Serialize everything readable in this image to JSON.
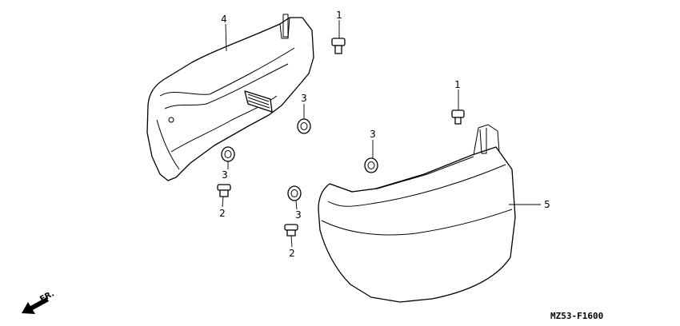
{
  "callouts": {
    "c1a": "1",
    "c1b": "1",
    "c2a": "2",
    "c2b": "2",
    "c3a": "3",
    "c3b": "3",
    "c3c": "3",
    "c3d": "3",
    "c4": "4",
    "c5": "5"
  },
  "direction_label": "FR.",
  "figure_code": "MZ53-F1600"
}
